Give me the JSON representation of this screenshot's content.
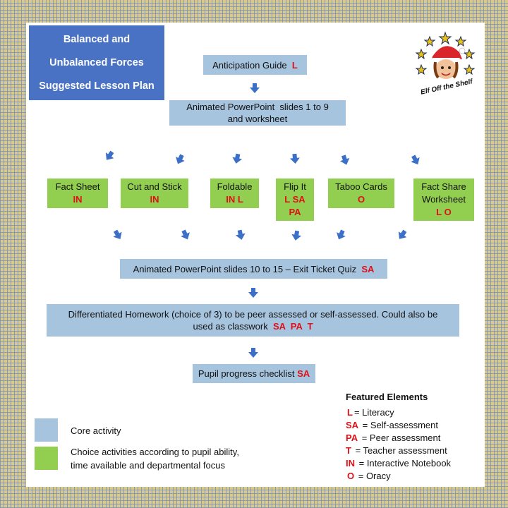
{
  "title": {
    "line1": "Balanced and",
    "line2": "Unbalanced Forces",
    "line3": "Suggested Lesson Plan"
  },
  "logo": {
    "text": "Elf Off the Shelf",
    "icon": "elf-face-with-stars"
  },
  "steps": {
    "anticipation": {
      "text": "Anticipation Guide",
      "codes": "L"
    },
    "slides_1_9": {
      "line1": "Animated PowerPoint  slides 1 to 9",
      "line2": "and worksheet"
    },
    "slides_10_15": {
      "text": "Animated PowerPoint slides 10 to 15 – Exit Ticket Quiz",
      "codes": "SA"
    },
    "homework": {
      "line1": "Differentiated Homework (choice of 3) to be peer assessed or self-assessed. Could also be",
      "line2": "used as classwork",
      "codes": "SA  PA  T"
    },
    "checklist": {
      "text": "Pupil progress checklist",
      "codes": "SA"
    }
  },
  "choices": [
    {
      "name": "Fact Sheet",
      "codes": "IN"
    },
    {
      "name": "Cut and Stick",
      "codes": "IN"
    },
    {
      "name": "Foldable",
      "codes": "IN L"
    },
    {
      "name": "Flip It",
      "codes": "L SA PA"
    },
    {
      "name": "Taboo Cards",
      "codes": "O"
    },
    {
      "name": "Fact Share Worksheet",
      "codes": "L O"
    }
  ],
  "legend": {
    "core": "Core activity",
    "choice_line1": "Choice activities according to pupil ability,",
    "choice_line2": "time available and departmental focus"
  },
  "featured": {
    "title": "Featured Elements",
    "items": [
      {
        "code": "L",
        "desc": "= Literacy"
      },
      {
        "code": "SA",
        "desc": " = Self-assessment"
      },
      {
        "code": "PA",
        "desc": " = Peer assessment"
      },
      {
        "code": "T",
        "desc": " = Teacher assessment"
      },
      {
        "code": "IN",
        "desc": " = Interactive Notebook"
      },
      {
        "code": "O",
        "desc": " = Oracy"
      }
    ]
  },
  "colors": {
    "title_bg": "#4a72c4",
    "core": "#a7c4de",
    "choice": "#92cf50",
    "code_red": "#e0101a",
    "arrow": "#3b6fc8"
  }
}
